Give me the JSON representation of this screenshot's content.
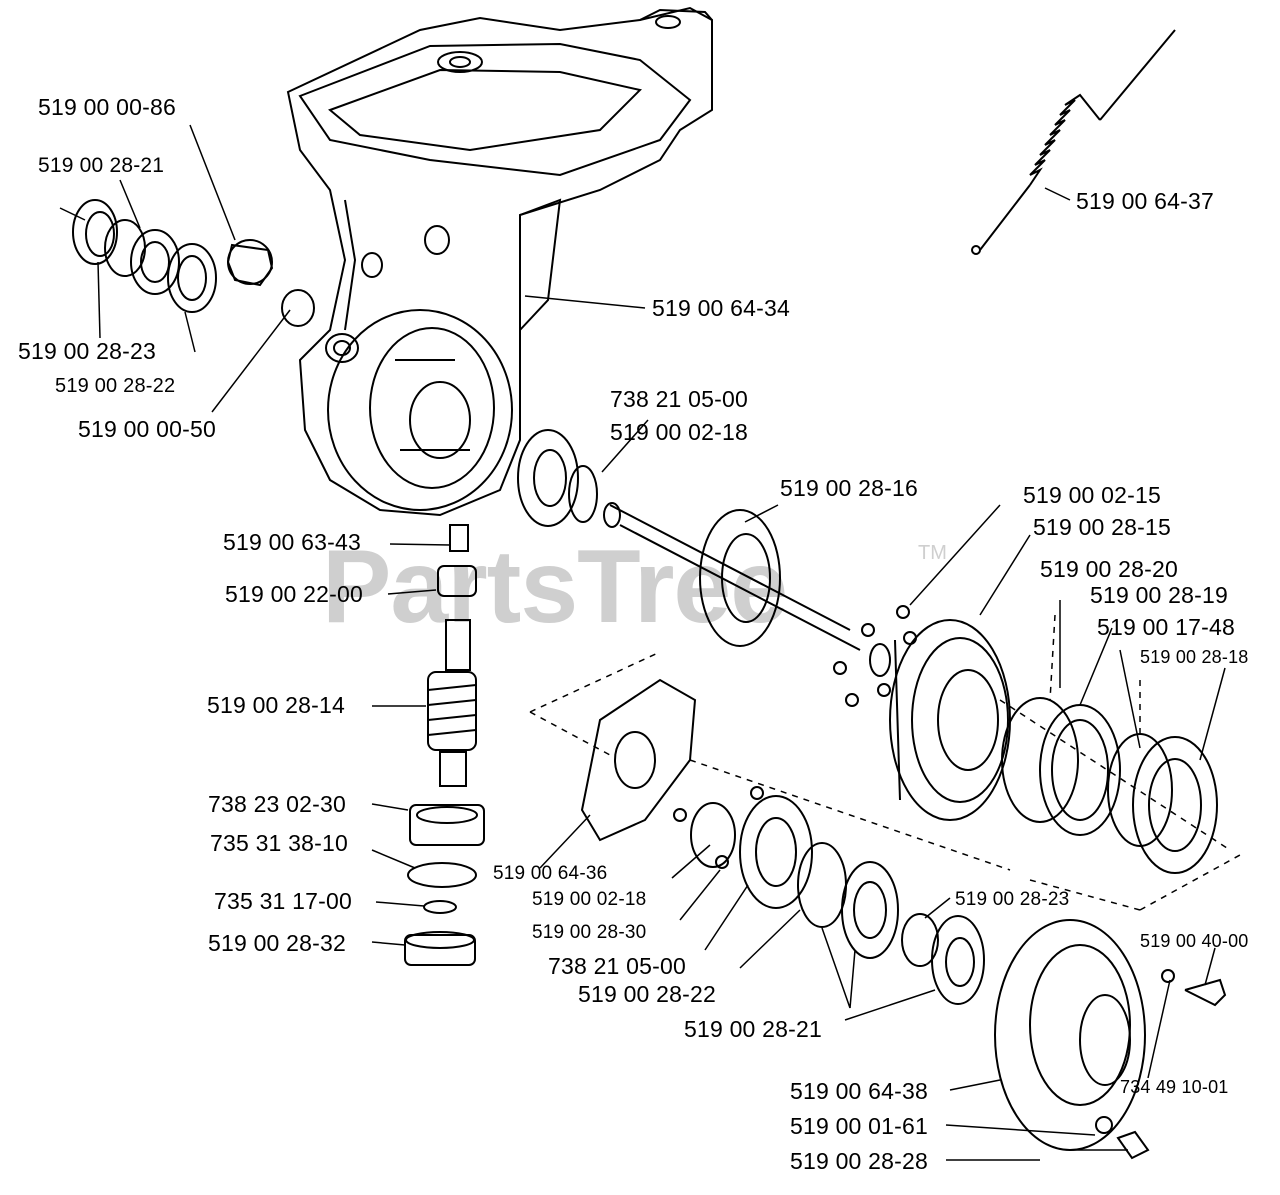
{
  "watermark": {
    "text": "PartsTree",
    "trademark": "TM"
  },
  "labels": {
    "l1": "519 00 00-86",
    "l2": "519 00 28-21",
    "l3": "519 00 28-23",
    "l4": "519 00 28-22",
    "l5": "519 00 00-50",
    "l6": "519 00 64-34",
    "l7": "519 00 64-37",
    "l8": "738 21 05-00",
    "l9": "519 00 02-18",
    "l10": "519 00 28-16",
    "l11": "519 00 02-15",
    "l12": "519 00 28-15",
    "l13": "519 00 28-20",
    "l14": "519 00 28-19",
    "l15": "519 00 17-48",
    "l16": "519 00 28-18",
    "l17": "519 00 63-43",
    "l18": "519 00 22-00",
    "l19": "519 00 28-14",
    "l20": "738 23 02-30",
    "l21": "735 31 38-10",
    "l22": "735 31 17-00",
    "l23": "519 00 28-32",
    "l24": "519 00 64-36",
    "l25": "519 00 02-18",
    "l26": "519 00 28-30",
    "l27": "738 21 05-00",
    "l28": "519 00 28-22",
    "l29": "519 00 28-21",
    "l30": "519 00 28-23",
    "l31": "519 00 40-00",
    "l32": "519 00 64-38",
    "l33": "734 49 10-01",
    "l34": "519 00 01-61",
    "l35": "519 00 28-28"
  }
}
